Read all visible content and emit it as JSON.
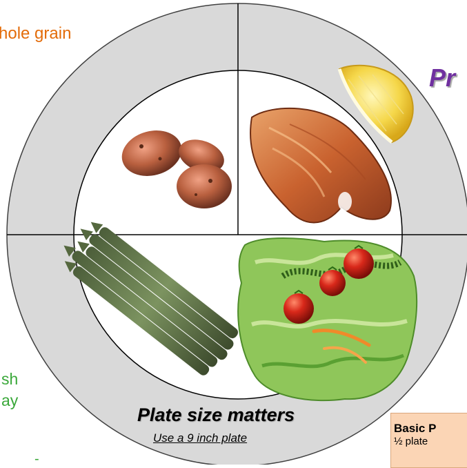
{
  "labels": {
    "whole_grain": "hole grain",
    "protein_partial": "Pr",
    "green_line1": "sh",
    "green_line2": "ay",
    "plate_title": "Plate size matters",
    "plate_subtitle": "Use a 9 inch plate"
  },
  "info_box": {
    "title": "Basic P",
    "line": "½ plate"
  },
  "colors": {
    "rim": "#d9d9d9",
    "outline": "#404040",
    "orange_text": "#e36c0a",
    "green_text": "#3aa83a",
    "purple_text": "#7030a0",
    "info_box_bg": "#fbd5b5"
  },
  "food_images": [
    "potatoes",
    "salmon-steak",
    "lemon-wedge",
    "asparagus",
    "salad"
  ]
}
